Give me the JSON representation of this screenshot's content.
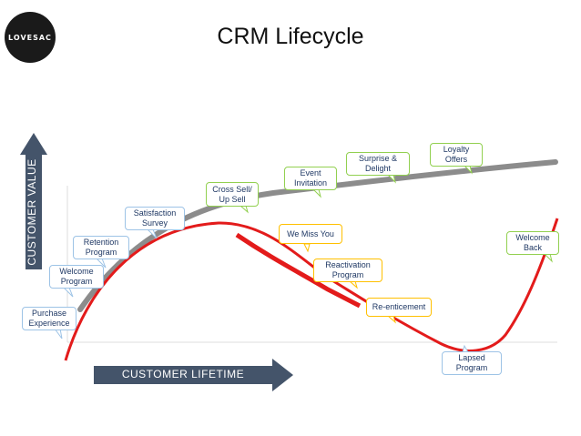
{
  "brand": {
    "logo_text": "LOVESAC"
  },
  "title": "CRM Lifecycle",
  "axes": {
    "y_label": "CUSTOMER  VALUE",
    "x_label": "CUSTOMER  LIFETIME"
  },
  "callouts": {
    "purchase_experience": "Purchase\nExperience",
    "welcome_program": "Welcome\nProgram",
    "retention_program": "Retention\nProgram",
    "satisfaction_survey": "Satisfaction\nSurvey",
    "cross_sell": "Cross Sell/\nUp Sell",
    "event_invitation": "Event\nInvitation",
    "surprise_delight": "Surprise &\nDelight",
    "loyalty_offers": "Loyalty\nOffers",
    "we_miss_you": "We Miss You",
    "reactivation_program": "Reactivation\nProgram",
    "re_enticement": "Re-enticement",
    "lapsed_program": "Lapsed\nProgram",
    "welcome_back": "Welcome\nBack"
  },
  "colors": {
    "blue_callout": "#9dc3e6",
    "green_callout": "#92d050",
    "yellow_callout": "#ffc000",
    "red_curve": "#e31b1b",
    "gray_curve": "#8c8c8c",
    "axis_arrow": "#44546a"
  }
}
